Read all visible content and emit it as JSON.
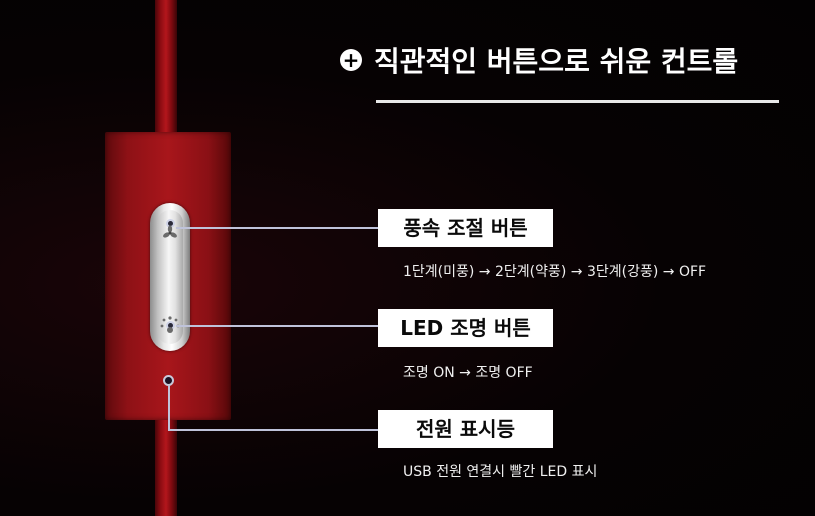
{
  "header": {
    "title": "직관적인 버튼으로 쉬운 컨트롤",
    "plus_icon": "+"
  },
  "callouts": [
    {
      "label": "풍속 조절 버튼",
      "description": "1단계(미풍) → 2단계(약풍) → 3단계(강풍) → OFF"
    },
    {
      "label": "LED 조명 버튼",
      "description": "조명 ON → 조명 OFF"
    },
    {
      "label": "전원 표시등",
      "description": "USB 전원 연결시 빨간 LED 표시"
    }
  ],
  "colors": {
    "background": "#060203",
    "device_red": "#a8161b",
    "label_bg": "#ffffff",
    "connector_line": "#bfc3da"
  }
}
